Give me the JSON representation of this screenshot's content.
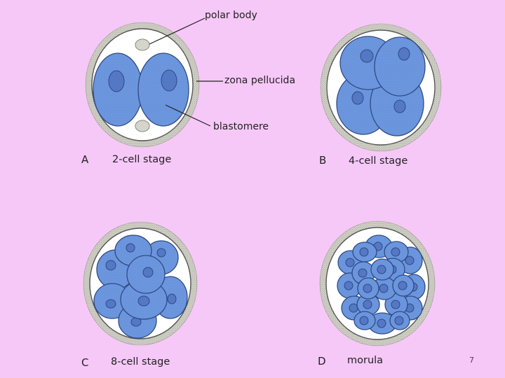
{
  "annotations": {
    "polar_body": "polar body",
    "zona_pellucida": "zona pellucida",
    "blastomere": "blastomere"
  },
  "panels": [
    {
      "letter": "A",
      "label": "2-cell stage"
    },
    {
      "letter": "B",
      "label": "4-cell stage"
    },
    {
      "letter": "C",
      "label": "8-cell stage"
    },
    {
      "letter": "D",
      "label": "morula"
    }
  ],
  "page_number": "7",
  "colors": {
    "background": "#f6c8f7",
    "cell_fill": "#6d98e0",
    "cell_stroke": "#2f4a84",
    "nucleus": "#5478c4",
    "zona_ring": "#cfcfc4",
    "zona_inner": "#ffffff"
  }
}
